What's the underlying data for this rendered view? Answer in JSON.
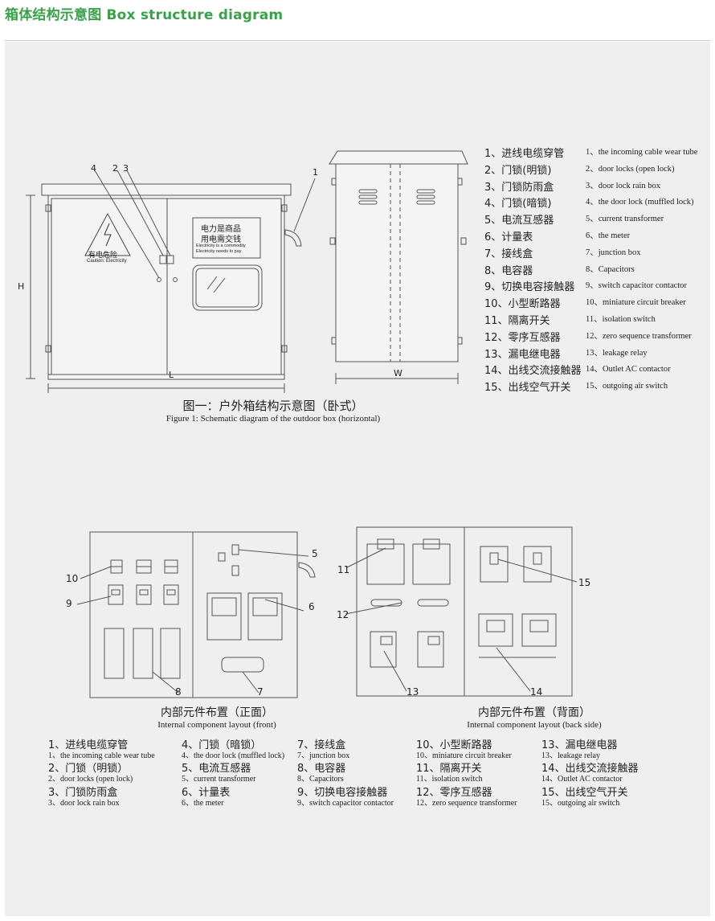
{
  "header": {
    "title": "箱体结构示意图 Box structure diagram"
  },
  "accent_color": "#3aa14a",
  "figure1": {
    "caption_cn": "图一：户外箱结构示意图（卧式）",
    "caption_en": "Figure 1: Schematic diagram of the outdoor box (horizontal)",
    "dim_H": "H",
    "dim_L": "L",
    "dim_W": "W",
    "callouts": [
      "4",
      "2",
      "3",
      "1"
    ],
    "warning_cn": "有电危险",
    "warning_en": "Caution: Electricity",
    "notice_cn_1": "电力是商品",
    "notice_cn_2": "用电需交钱",
    "notice_en_1": "Electricity is a commodity",
    "notice_en_2": "Electricity needs to pay"
  },
  "figure_front": {
    "caption_cn": "内部元件布置（正面）",
    "caption_en": "Internal component layout (front)",
    "callouts": [
      "10",
      "9",
      "8",
      "7",
      "6",
      "5"
    ]
  },
  "figure_back": {
    "caption_cn": "内部元件布置（背面）",
    "caption_en": "Internal component layout (back side)",
    "callouts": [
      "11",
      "12",
      "13",
      "14",
      "15"
    ]
  },
  "legend_right": [
    {
      "cn": "1、进线电缆穿管",
      "en": "1、the incoming cable wear tube"
    },
    {
      "cn": "2、门锁(明锁)",
      "en": "2、door locks (open lock)"
    },
    {
      "cn": "3、门锁防雨盒",
      "en": "3、door lock rain box"
    },
    {
      "cn": "4、门锁(暗锁)",
      "en": "4、the door lock (muffled lock)"
    },
    {
      "cn": "5、电流互感器",
      "en": "5、current transformer"
    },
    {
      "cn": "6、计量表",
      "en": "6、the meter"
    },
    {
      "cn": "7、接线盒",
      "en": "7、junction box"
    },
    {
      "cn": "8、电容器",
      "en": "8、Capacitors"
    },
    {
      "cn": "9、切换电容接触器",
      "en": "9、switch capacitor contactor"
    },
    {
      "cn": "10、小型断路器",
      "en": "10、miniature circuit breaker"
    },
    {
      "cn": "11、隔离开关",
      "en": "11、isolation switch"
    },
    {
      "cn": "12、零序互感器",
      "en": "12、zero sequence transformer"
    },
    {
      "cn": "13、漏电继电器",
      "en": "13、leakage relay"
    },
    {
      "cn": "14、出线交流接触器",
      "en": "14、Outlet AC contactor"
    },
    {
      "cn": "15、出线空气开关",
      "en": "15、outgoing air switch"
    }
  ],
  "legend_bottom": [
    [
      {
        "cn": "1、进线电缆穿管",
        "en": "1、the incoming cable wear tube"
      },
      {
        "cn": "2、门锁（明锁）",
        "en": "2、door locks (open lock)"
      },
      {
        "cn": "3、门锁防雨盒",
        "en": "3、door lock rain box"
      }
    ],
    [
      {
        "cn": "4、门锁（暗锁）",
        "en": "4、the door lock (muffled lock)"
      },
      {
        "cn": "5、电流互感器",
        "en": "5、current transformer"
      },
      {
        "cn": "6、计量表",
        "en": "6、the meter"
      }
    ],
    [
      {
        "cn": "7、接线盒",
        "en": "7、junction box"
      },
      {
        "cn": "8、电容器",
        "en": "8、Capacitors"
      },
      {
        "cn": "9、切换电容接触器",
        "en": "9、switch capacitor contactor"
      }
    ],
    [
      {
        "cn": "10、小型断路器",
        "en": "10、miniature circuit breaker"
      },
      {
        "cn": "11、隔离开关",
        "en": "11、isolation switch"
      },
      {
        "cn": "12、零序互感器",
        "en": "12、zero sequence transformer"
      }
    ],
    [
      {
        "cn": "13、漏电继电器",
        "en": "13、leakage relay"
      },
      {
        "cn": "14、出线交流接触器",
        "en": "14、Outlet AC contactor"
      },
      {
        "cn": "15、出线空气开关",
        "en": "15、outgoing air switch"
      }
    ]
  ]
}
